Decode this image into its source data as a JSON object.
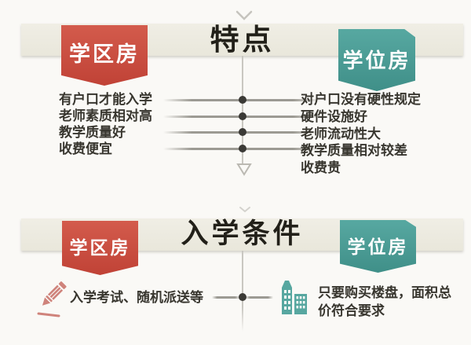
{
  "colors": {
    "background": "#faf9f6",
    "band": "#ece9dd",
    "ribbon_red": "#c64a3c",
    "ribbon_teal": "#4a9e97",
    "title_text": "#222019",
    "body_text": "#38362f",
    "connector_line": "#c9c7c1",
    "connector_dot": "#3b3a36",
    "pencil_icon": "#cf837b",
    "building_icon": "#57a7a0"
  },
  "icons": {
    "top_arrow": "chevron-down-icon",
    "flow_end_arrow": "triangle-down-icon",
    "section2_arrow": "chevron-down-icon",
    "left_condition": "pencil-icon",
    "right_condition": "building-icon"
  },
  "sections": [
    {
      "title": "特点",
      "left_label": "学区房",
      "right_label": "学位房",
      "left_items": [
        "有户口才能入学",
        "老师素质相对高",
        "教学质量好",
        "收费便宜"
      ],
      "right_items": [
        "对户口没有硬性规定",
        "硬件设施好",
        "老师流动性大",
        "教学质量相对较差",
        "收费贵"
      ]
    },
    {
      "title": "入学条件",
      "left_label": "学区房",
      "right_label": "学位房",
      "left_item": "入学考试、随机派送等",
      "right_item": "只要购买楼盘，面积总价符合要求"
    }
  ]
}
